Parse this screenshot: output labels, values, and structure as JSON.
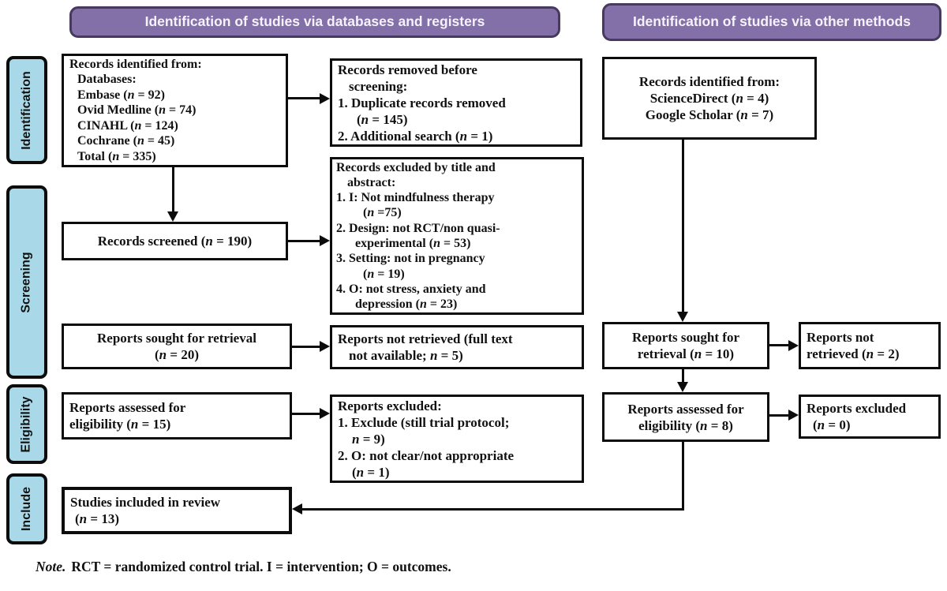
{
  "colors": {
    "header_purple": "#8470a8",
    "header_border": "#463a5f",
    "sidebar_blue": "#a9d9e9"
  },
  "headers": {
    "left": "Identification of studies via databases and registers",
    "right": "Identification of studies via other methods"
  },
  "sidebar": {
    "identification": "Identification",
    "screening": "Screening",
    "eligibility": "Eligibility",
    "include": "Include"
  },
  "boxes": {
    "records_identified_db": {
      "lines": [
        "Records identified from:",
        {
          "t": "Databases:",
          "i": 10
        },
        {
          "t": "Embase (n = 92)",
          "i": 10
        },
        {
          "t": "Ovid Medline (n = 74)",
          "i": 10
        },
        {
          "t": "CINAHL (n = 124)",
          "i": 10
        },
        {
          "t": "Cochrane (n = 45)",
          "i": 10
        },
        {
          "t": "Total (n = 335)",
          "i": 10
        }
      ]
    },
    "records_removed": {
      "lines": [
        "Records removed before",
        {
          "t": "screening:",
          "i": 14
        },
        "1. Duplicate records removed",
        {
          "t": "(n = 145)",
          "i": 24
        },
        "2. Additional search (n = 1)"
      ]
    },
    "records_identified_other": {
      "lines": [
        "Records identified from:",
        "ScienceDirect (n = 4)",
        "Google Scholar (n = 7)"
      ]
    },
    "records_screened": {
      "lines": [
        "Records screened (n = 190)"
      ]
    },
    "records_excluded_title": {
      "lines": [
        "Records excluded by title and",
        {
          "t": "abstract:",
          "i": 14
        },
        "1. I: Not mindfulness therapy",
        {
          "t": "(n =75)",
          "i": 34
        },
        "2. Design: not RCT/non quasi-",
        {
          "t": "experimental (n = 53)",
          "i": 24
        },
        "3. Setting: not in pregnancy",
        {
          "t": "(n = 19)",
          "i": 34
        },
        "4. O: not stress, anxiety and",
        {
          "t": "depression (n = 23)",
          "i": 24
        }
      ]
    },
    "reports_sought_db": {
      "lines": [
        "Reports sought for retrieval",
        "(n = 20)"
      ]
    },
    "reports_not_retrieved_db": {
      "lines": [
        "Reports not retrieved (full text",
        {
          "t": "not available; n = 5)",
          "i": 14
        }
      ]
    },
    "reports_sought_other": {
      "lines": [
        "Reports sought for",
        "retrieval (n = 10)"
      ]
    },
    "reports_not_retrieved_other": {
      "lines": [
        "Reports not",
        "retrieved (n = 2)"
      ]
    },
    "reports_assessed_db": {
      "lines": [
        "Reports assessed for",
        "eligibility (n = 15)"
      ]
    },
    "reports_excluded_db": {
      "lines": [
        "Reports excluded:",
        "1. Exclude (still trial protocol;",
        {
          "t": "n = 9)",
          "i": 18
        },
        "2. O: not clear/not appropriate",
        {
          "t": "(n = 1)",
          "i": 18
        }
      ]
    },
    "reports_assessed_other": {
      "lines": [
        "Reports assessed for",
        "eligibility (n = 8)"
      ]
    },
    "reports_excluded_other": {
      "lines": [
        "Reports excluded",
        {
          "t": "(n = 0)",
          "i": 8
        }
      ]
    },
    "studies_included": {
      "lines": [
        "Studies included in review",
        {
          "t": "(n = 13)",
          "i": 6
        }
      ]
    }
  },
  "note": {
    "prefix": "Note.",
    "text": "RCT = randomized control trial. I = intervention; O = outcomes."
  }
}
